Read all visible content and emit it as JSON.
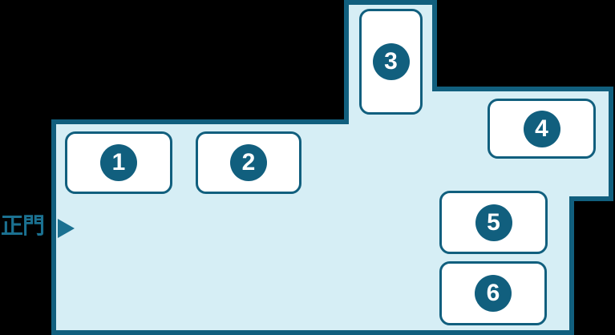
{
  "colors": {
    "background": "#000000",
    "grounds_fill": "#d6eef5",
    "outline": "#115f7e",
    "building_fill": "#ffffff",
    "badge_fill": "#115f7e",
    "badge_text": "#ffffff",
    "gate_text": "#1b7191"
  },
  "campus_map": {
    "gate": {
      "label": "正門",
      "arrow_icon": "right-arrow-icon"
    },
    "buildings": [
      {
        "number": "1"
      },
      {
        "number": "2"
      },
      {
        "number": "3"
      },
      {
        "number": "4"
      },
      {
        "number": "5"
      },
      {
        "number": "6"
      }
    ]
  }
}
